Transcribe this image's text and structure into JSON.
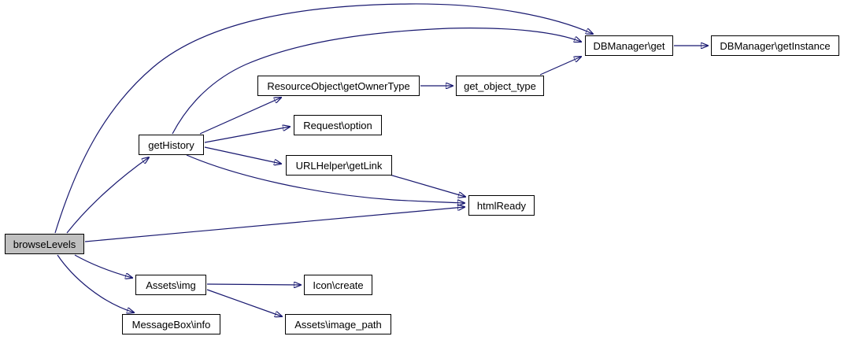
{
  "graph": {
    "type": "call-graph",
    "background_color": "#ffffff",
    "edge_color": "#191970",
    "node_border_color": "#000000",
    "node_fill_color": "#ffffff",
    "root_fill_color": "#c0c0c0",
    "nodes": [
      {
        "label": "browseLevels",
        "root": true
      },
      {
        "label": "getHistory"
      },
      {
        "label": "ResourceObject\\getOwnerType"
      },
      {
        "label": "get_object_type"
      },
      {
        "label": "DBManager\\get"
      },
      {
        "label": "DBManager\\getInstance"
      },
      {
        "label": "Request\\option"
      },
      {
        "label": "URLHelper\\getLink"
      },
      {
        "label": "htmlReady"
      },
      {
        "label": "Assets\\img"
      },
      {
        "label": "Icon\\create"
      },
      {
        "label": "MessageBox\\info"
      },
      {
        "label": "Assets\\image_path"
      }
    ],
    "edges": [
      {
        "from": "browseLevels",
        "to": "getHistory"
      },
      {
        "from": "browseLevels",
        "to": "DBManager\\get"
      },
      {
        "from": "browseLevels",
        "to": "htmlReady"
      },
      {
        "from": "browseLevels",
        "to": "Assets\\img"
      },
      {
        "from": "browseLevels",
        "to": "MessageBox\\info"
      },
      {
        "from": "getHistory",
        "to": "DBManager\\get"
      },
      {
        "from": "getHistory",
        "to": "ResourceObject\\getOwnerType"
      },
      {
        "from": "getHistory",
        "to": "Request\\option"
      },
      {
        "from": "getHistory",
        "to": "URLHelper\\getLink"
      },
      {
        "from": "getHistory",
        "to": "htmlReady"
      },
      {
        "from": "ResourceObject\\getOwnerType",
        "to": "get_object_type"
      },
      {
        "from": "get_object_type",
        "to": "DBManager\\get"
      },
      {
        "from": "DBManager\\get",
        "to": "DBManager\\getInstance"
      },
      {
        "from": "URLHelper\\getLink",
        "to": "htmlReady"
      },
      {
        "from": "Assets\\img",
        "to": "Icon\\create"
      },
      {
        "from": "Assets\\img",
        "to": "Assets\\image_path"
      }
    ]
  }
}
